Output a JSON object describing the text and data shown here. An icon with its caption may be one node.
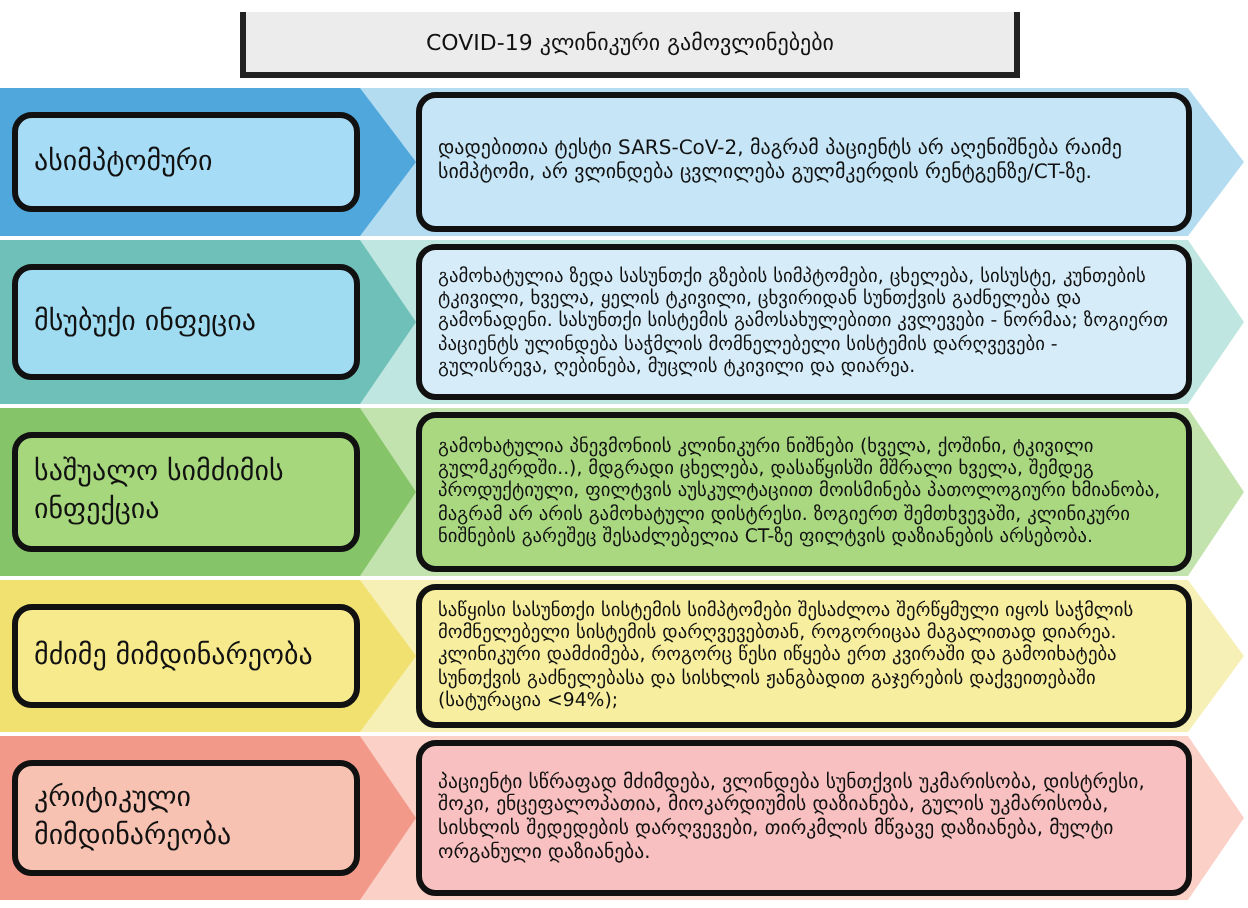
{
  "diagram": {
    "title": "COVID-19 კლინიკური გამოვლინებები",
    "nodes": [
      {
        "text": [
          "ასიმპტომური"
        ]
      },
      {
        "text": [
          "დადებითია ტესტი SARS-CoV-2, მაგრამ პაციენტს არ აღენიშნება რაიმე სიმპტომი, არ ვლინდება ცვლილება გულმკერდის რენტგენზე/CT-ზე."
        ]
      },
      {
        "text": [
          "მსუბუქი ინფეცია"
        ]
      },
      {
        "text": [
          "გამოხატულია ზედა სასუნთქი გზების სიმპტომები, ცხელება, სისუსტე, კუნთების ტკივილი, ხველა, ყელის ტკივილი, ცხვირიდან სუნთქვის გაძნელება და გამონადენი. სასუნთქი სისტემის გამოსახულებითი კვლევები - ნორმაა; ზოგიერთ პაციენტს ულინდება საჭმლის მომნელებელი სისტემის დარღვევები - გულისრევა, ღებინება, მუცლის ტკივილი და დიარეა."
        ]
      },
      {
        "text": [
          "საშუალო სიმძიმის ინფექცია"
        ]
      },
      {
        "text": [
          "გამოხატულია პნევმონიის კლინიკური ნიშნები (ხველა, ქოშინი, ტკივილი გულმკერდში..), მდგრადი ცხელება, დასაწყისში მშრალი ხველა, შემდეგ პროდუქტიული, ფილტვის აუსკულტაციით მოისმინება პათოლოგიური ხმიანობა, მაგრამ არ არის გამოხატული დისტრესი. ზოგიერთ შემთხვევაში, კლინიკური ნიშნების გარეშეც შესაძლებელია CT-ზე ფილტვის დაზიანების არსებობა."
        ]
      },
      {
        "text": [
          "მძიმე მიმდინარეობა"
        ]
      },
      {
        "text": [
          "საწყისი სასუნთქი სისტემის სიმპტომები შესაძლოა შერწყმული იყოს საჭმლის მომნელებელი სისტემის დარღვევებთან, როგორიცაა მაგალითად დიარეა. კლინიკური დამძიმება, როგორც წესი იწყება ერთ კვირაში და გამოიხატება სუნთქვის გაძნელებასა და სისხლის ჟანგბადით გაჯერების დაქვეითებაში (სატურაცია <94%);"
        ]
      },
      {
        "text": [
          "კრიტიკული მიმდინარეობა"
        ]
      },
      {
        "text": [
          "პაციენტი სწრაფად მძიმდება, ვლინდება  სუნთქვის უკმარისობა, დისტრესი, შოკი, ენცეფალოპათია, მიოკარდიუმის დაზიანება, გულის უკმარისობა, სისხლის შედედების დარღვევები, თირკმლის მწვავე დაზიანება,  მულტი ორგანული  დაზიანება."
        ]
      }
    ]
  }
}
